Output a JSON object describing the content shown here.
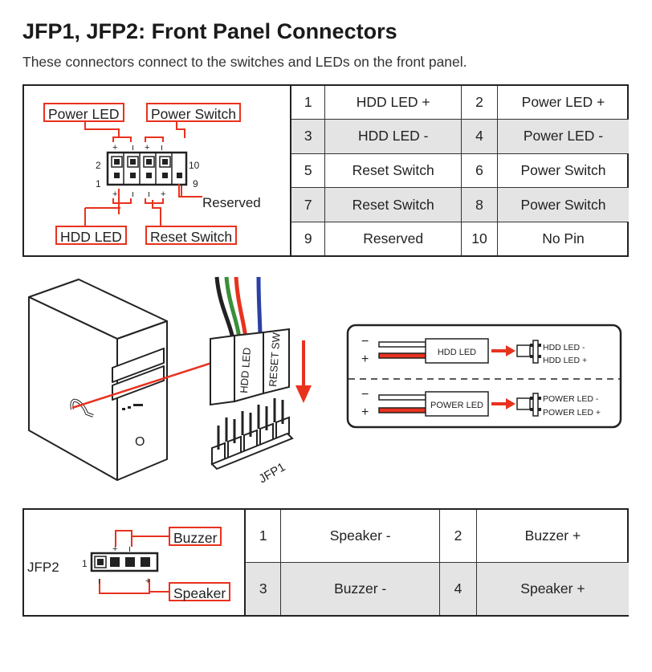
{
  "header": {
    "title": "JFP1, JFP2: Front Panel Connectors",
    "subtitle": "These connectors connect to the switches and LEDs on the front panel."
  },
  "jfp1": {
    "labels": {
      "power_led": "Power LED",
      "power_switch": "Power Switch",
      "hdd_led": "HDD LED",
      "reset_switch": "Reset Switch",
      "reserved": "Reserved",
      "pin_2": "2",
      "pin_10": "10",
      "pin_1": "1",
      "pin_9": "9"
    },
    "pins": [
      [
        "1",
        "HDD LED +",
        "2",
        "Power LED +"
      ],
      [
        "3",
        "HDD LED -",
        "4",
        "Power LED -"
      ],
      [
        "5",
        "Reset Switch",
        "6",
        "Power Switch"
      ],
      [
        "7",
        "Reset Switch",
        "8",
        "Power Switch"
      ],
      [
        "9",
        "Reserved",
        "10",
        "No Pin"
      ]
    ]
  },
  "illustration": {
    "cable_labels": [
      "HDD LED",
      "RESET SW"
    ],
    "header_label": "JFP1",
    "polarity_minus": "−",
    "polarity_plus": "+",
    "hdd_led_label": "HDD LED",
    "hdd_led_minus": "HDD LED -",
    "hdd_led_plus": "HDD LED +",
    "power_led_label": "POWER LED",
    "power_led_minus": "POWER LED -",
    "power_led_plus": "POWER LED +"
  },
  "jfp2": {
    "name": "JFP2",
    "pin_1": "1",
    "labels": {
      "buzzer": "Buzzer",
      "speaker": "Speaker"
    },
    "pins": [
      [
        "1",
        "Speaker -",
        "2",
        "Buzzer +"
      ],
      [
        "3",
        "Buzzer -",
        "4",
        "Speaker +"
      ]
    ]
  },
  "colors": {
    "accent": "#e8321e",
    "shade": "#e4e4e4",
    "border": "#222222"
  }
}
